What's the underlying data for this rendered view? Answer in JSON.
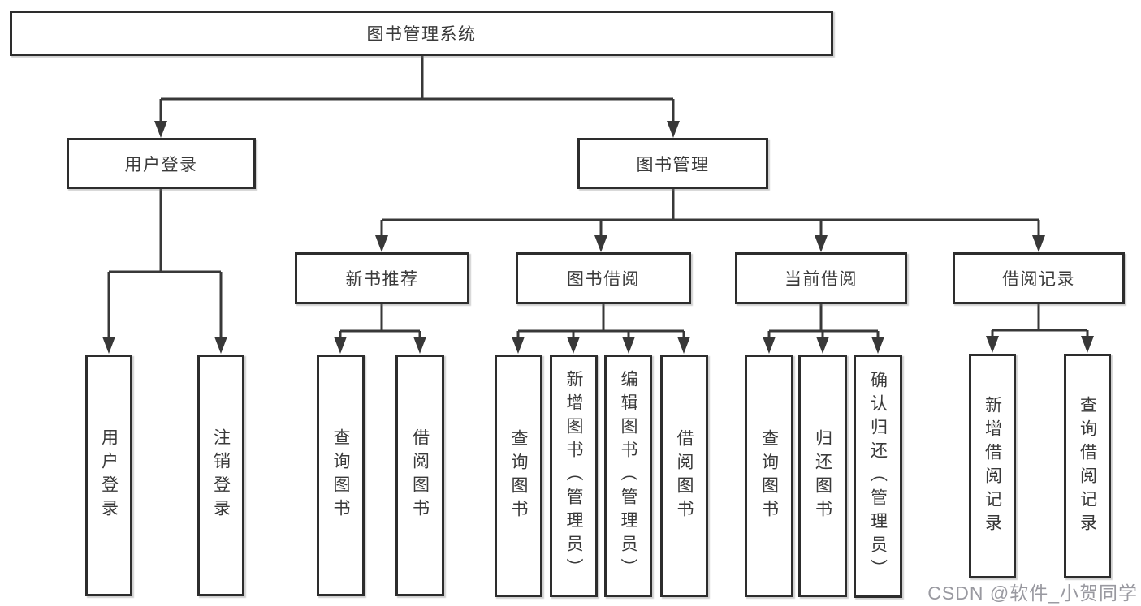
{
  "diagram": {
    "root": {
      "label": "图书管理系统"
    },
    "level2": [
      {
        "label": "用户登录"
      },
      {
        "label": "图书管理"
      }
    ],
    "level3": [
      {
        "label": "新书推荐"
      },
      {
        "label": "图书借阅"
      },
      {
        "label": "当前借阅"
      },
      {
        "label": "借阅记录"
      }
    ],
    "leaf_groups": [
      {
        "parent": "用户登录",
        "items": [
          {
            "label": "用户登录"
          },
          {
            "label": "注销登录"
          }
        ]
      },
      {
        "parent": "新书推荐",
        "items": [
          {
            "label": "查询图书"
          },
          {
            "label": "借阅图书"
          }
        ]
      },
      {
        "parent": "图书借阅",
        "items": [
          {
            "label": "查询图书"
          },
          {
            "label": "新增图书（管理员）"
          },
          {
            "label": "编辑图书（管理员）"
          },
          {
            "label": "借阅图书"
          }
        ]
      },
      {
        "parent": "当前借阅",
        "items": [
          {
            "label": "查询图书"
          },
          {
            "label": "归还图书"
          },
          {
            "label": "确认归还（管理员）"
          }
        ]
      },
      {
        "parent": "借阅记录",
        "items": [
          {
            "label": "新增借阅记录"
          },
          {
            "label": "查询借阅记录"
          }
        ]
      }
    ]
  },
  "watermark": {
    "text": "CSDN @软件_小贺同学"
  },
  "colors": {
    "line": "#383838",
    "border": "#2d2d2d",
    "text": "#3a3a3a",
    "background": "#ffffff",
    "watermark": "#9398a0"
  }
}
